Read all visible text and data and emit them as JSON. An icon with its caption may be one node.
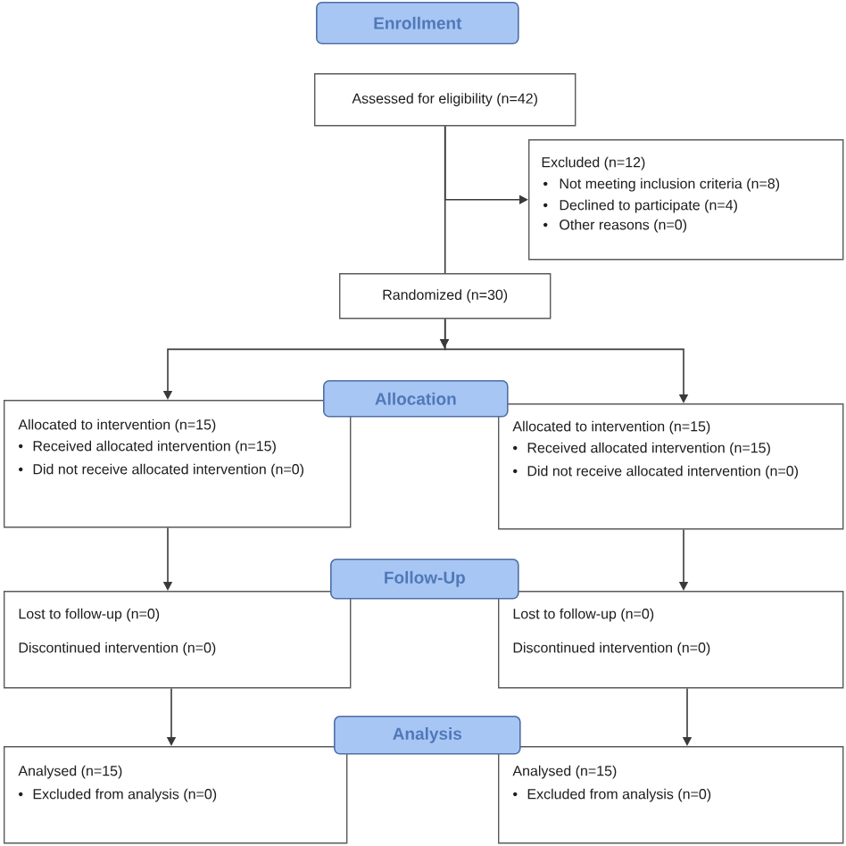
{
  "diagram": {
    "nodes": [
      {
        "text": [
          "Enrollment"
        ]
      },
      {
        "text": [
          "Assessed for eligibility (n=42)"
        ]
      },
      {
        "text": [
          "Excluded (n=12)",
          "Not meeting inclusion criteria (n=8)",
          "Declined to participate (n=4)",
          "Other reasons (n=0)"
        ]
      },
      {
        "text": [
          "Randomized (n=30)"
        ]
      },
      {
        "text": [
          "Allocation"
        ]
      },
      {
        "text": [
          "Allocated to intervention (n=15)",
          "Received allocated intervention (n=15)",
          "Did not receive allocated intervention (n=0)"
        ]
      },
      {
        "text": [
          "Allocated to intervention (n=15)",
          "Received allocated intervention (n=15)",
          "Did not receive allocated intervention (n=0)"
        ]
      },
      {
        "text": [
          "Follow-Up"
        ]
      },
      {
        "text": [
          "Lost to follow-up (n=0)",
          "Discontinued intervention (n=0)"
        ]
      },
      {
        "text": [
          "Lost to follow-up (n=0)",
          "Discontinued intervention (n=0)"
        ]
      },
      {
        "text": [
          "Analysis"
        ]
      },
      {
        "text": [
          "Analysed (n=15)",
          "Excluded from analysis (n=0)"
        ]
      },
      {
        "text": [
          "Analysed (n=15)",
          "Excluded from analysis (n=0)"
        ]
      }
    ],
    "edges": [
      {
        "from": 1,
        "to": 2,
        "arrow": "to"
      },
      {
        "from": 1,
        "to": 3,
        "arrow": "none"
      },
      {
        "from": 3,
        "to": 5,
        "arrow": "to"
      },
      {
        "from": 3,
        "to": 6,
        "arrow": "to"
      },
      {
        "from": 5,
        "to": 8,
        "arrow": "to"
      },
      {
        "from": 6,
        "to": 9,
        "arrow": "to"
      },
      {
        "from": 8,
        "to": 11,
        "arrow": "to"
      },
      {
        "from": 9,
        "to": 12,
        "arrow": "to"
      }
    ]
  }
}
